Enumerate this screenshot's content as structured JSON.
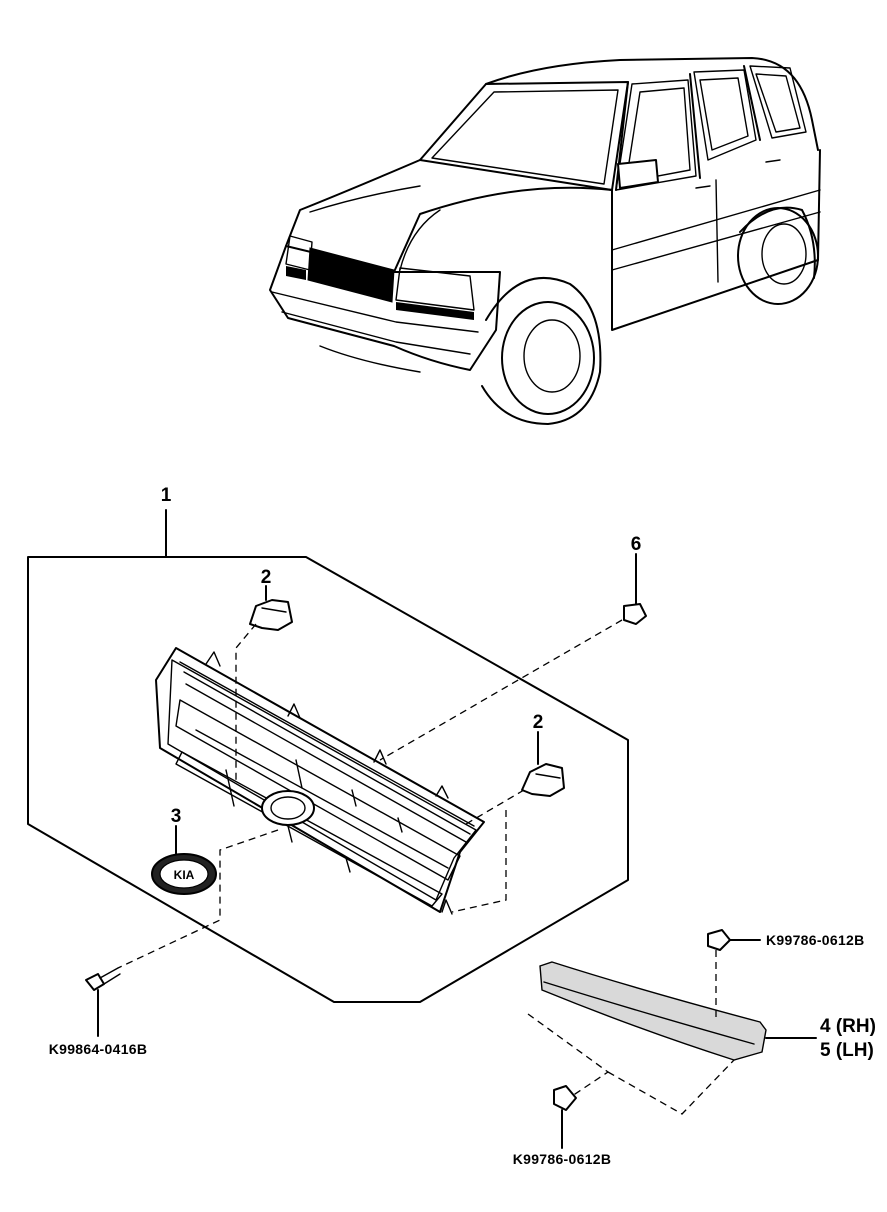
{
  "callouts": {
    "assembly": "1",
    "bracket_left": "2",
    "bracket_right": "2",
    "emblem": "3",
    "clip": "6",
    "molding_rh": "4 (RH)",
    "molding_lh": "5 (LH)"
  },
  "part_numbers": {
    "screw": "K99864-0416B",
    "clip_upper": "K99786-0612B",
    "clip_lower": "K99786-0612B"
  },
  "emblem_logo_text": "KIA"
}
